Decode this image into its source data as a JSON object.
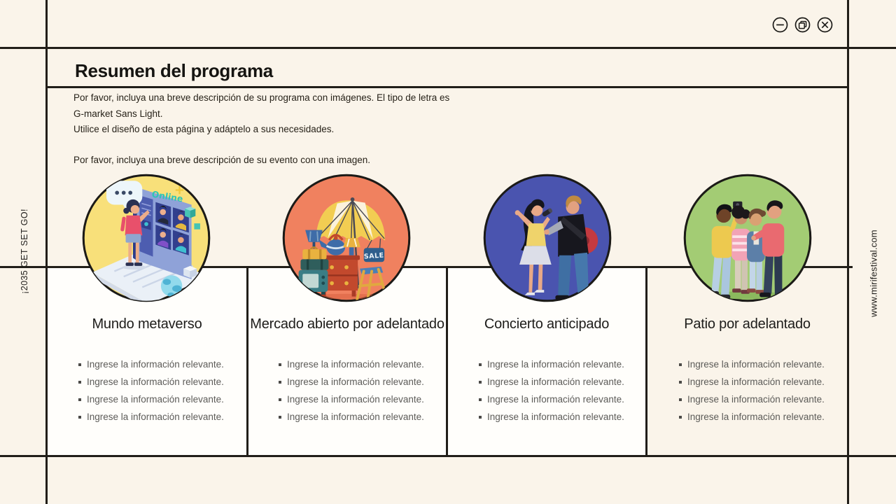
{
  "colors": {
    "background": "#FAF4EA",
    "panel": "#FFFEFB",
    "frame_line": "#211E19",
    "bullet_text": "#5C5B58",
    "accent_online": "#2EC4B6"
  },
  "window_controls": [
    "minimize",
    "restore",
    "close"
  ],
  "side_labels": {
    "left": "¡2035 GET SET GO!",
    "right": "www.mirifestival.com"
  },
  "header": {
    "title": "Resumen del programa"
  },
  "intro": {
    "line1": "Por favor, incluya una breve descripción de su programa con imágenes. El tipo de letra es",
    "line2": "G-market Sans Light.",
    "line3": "Utilice el diseño de esta página y adáptelo a sus necesidades.",
    "paragraph2": "Por favor, incluya una breve descripción de su evento con una imagen."
  },
  "illustrations": {
    "metaverse_screen_label": "Online",
    "market_sign_label": "SALE"
  },
  "columns": [
    {
      "title": "Mundo metaverso",
      "illustration": "metaverse-video-call",
      "circle_color": "#F8E07A",
      "bullets": [
        "Ingrese la información relevante.",
        "Ingrese la información relevante.",
        "Ingrese la información relevante.",
        "Ingrese la información relevante."
      ]
    },
    {
      "title": "Mercado abierto por adelantado",
      "illustration": "flea-market-sale",
      "circle_color": "#F0815F",
      "bullets": [
        "Ingrese la información relevante.",
        "Ingrese la información relevante.",
        "Ingrese la información relevante.",
        "Ingrese la información relevante."
      ]
    },
    {
      "title": "Concierto anticipado",
      "illustration": "singer-and-guitarist",
      "circle_color": "#4A54AF",
      "bullets": [
        "Ingrese la información relevante.",
        "Ingrese la información relevante.",
        "Ingrese la información relevante.",
        "Ingrese la información relevante."
      ]
    },
    {
      "title": "Patio por adelantado",
      "illustration": "friends-group-huddle",
      "circle_color": "#A3CC74",
      "bullets": [
        "Ingrese la información relevante.",
        "Ingrese la información relevante.",
        "Ingrese la información relevante.",
        "Ingrese la información relevante."
      ]
    }
  ]
}
